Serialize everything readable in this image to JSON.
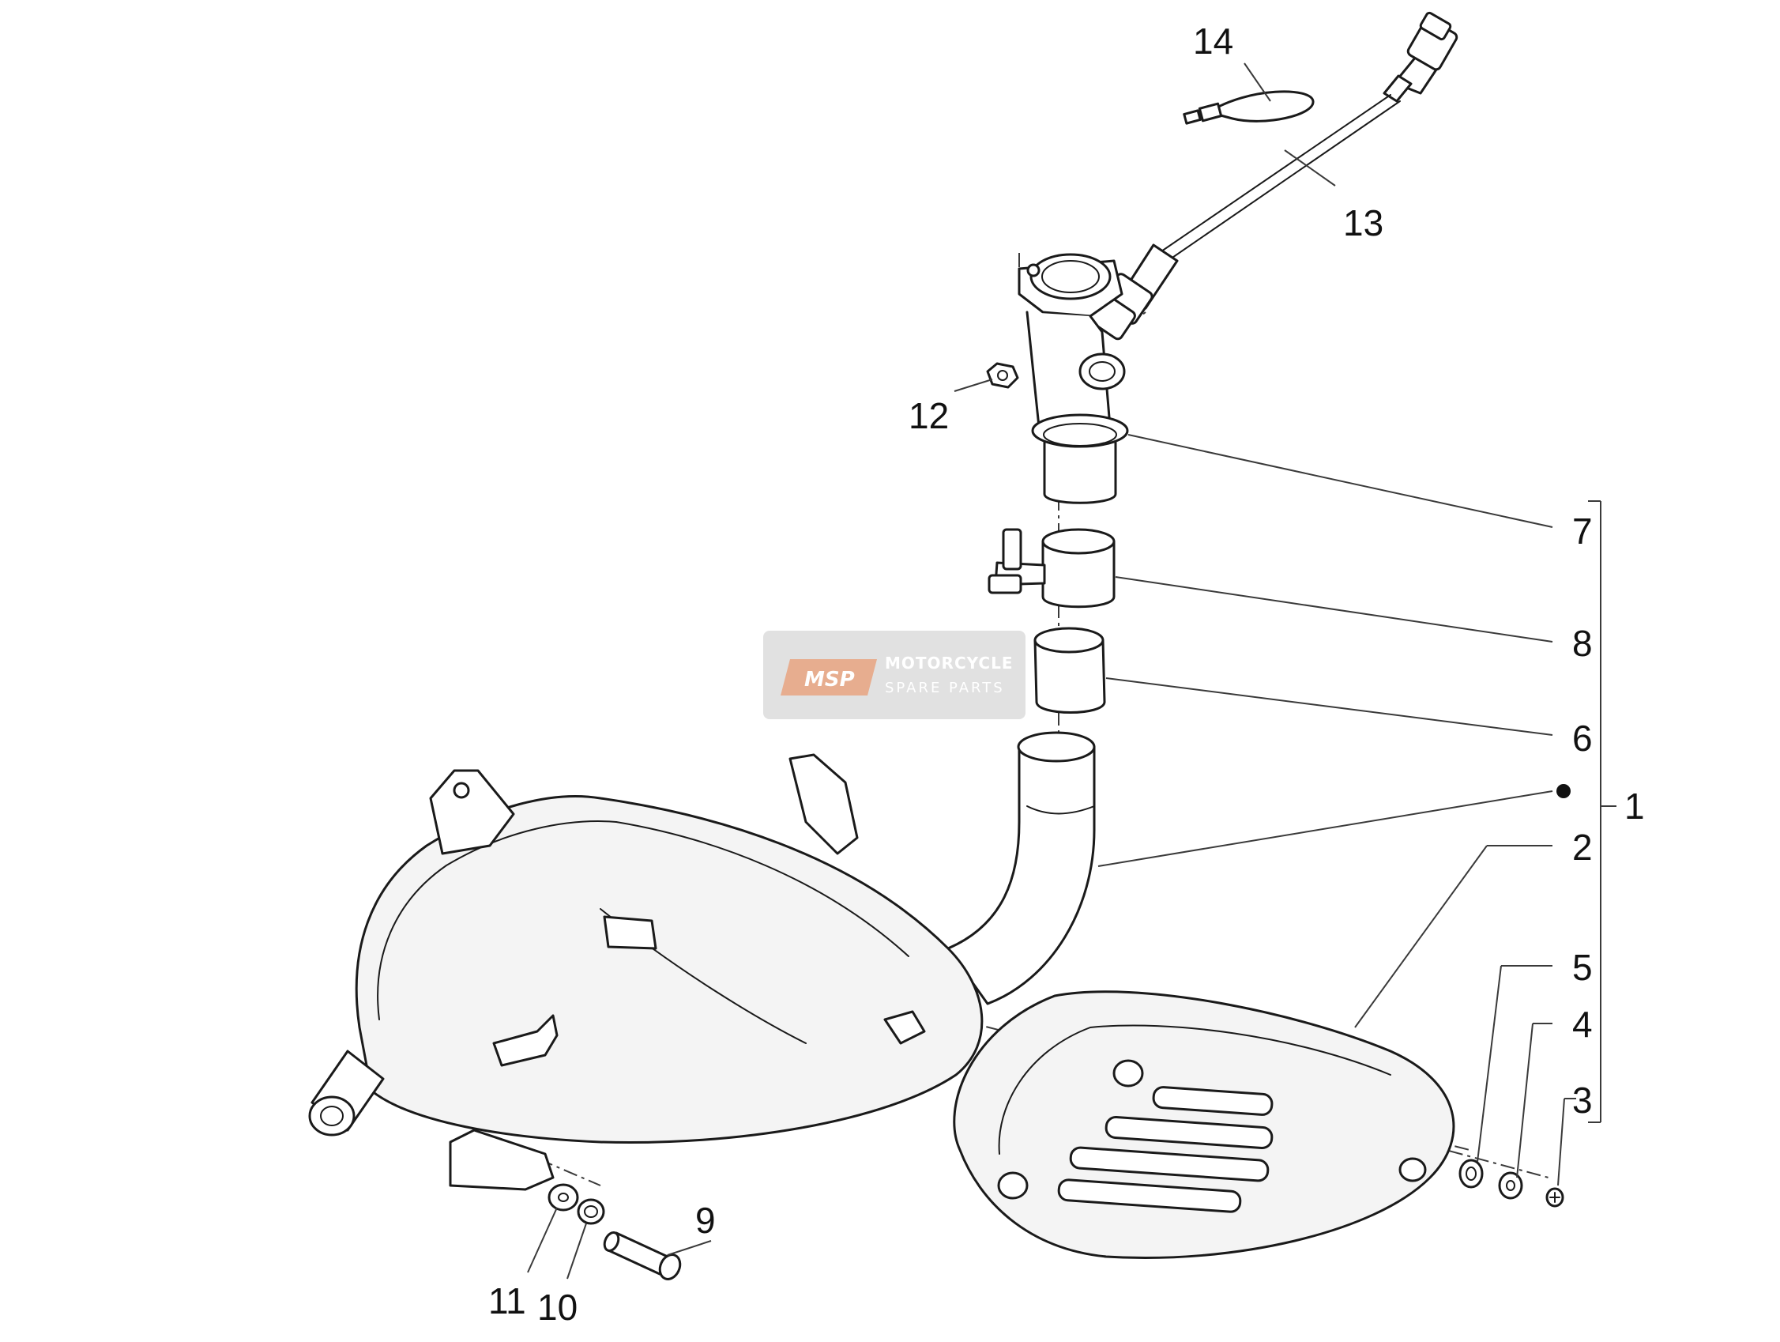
{
  "diagram": {
    "callouts": [
      {
        "id": "1",
        "text": "1"
      },
      {
        "id": "2",
        "text": "2"
      },
      {
        "id": "3",
        "text": "3"
      },
      {
        "id": "4",
        "text": "4"
      },
      {
        "id": "5",
        "text": "5"
      },
      {
        "id": "6",
        "text": "6"
      },
      {
        "id": "7",
        "text": "7"
      },
      {
        "id": "8",
        "text": "8"
      },
      {
        "id": "9",
        "text": "9"
      },
      {
        "id": "10",
        "text": "10"
      },
      {
        "id": "11",
        "text": "11"
      },
      {
        "id": "12",
        "text": "12"
      },
      {
        "id": "13",
        "text": "13"
      },
      {
        "id": "14",
        "text": "14"
      }
    ]
  },
  "watermark": {
    "logo_text": "MSP",
    "line1": "MOTORCYCLE",
    "line2": "SPARE PARTS"
  },
  "colors": {
    "line": "#1a1a1a",
    "background": "#ffffff",
    "watermark_box": "#c8c8c8",
    "watermark_logo": "#e8a07a"
  }
}
